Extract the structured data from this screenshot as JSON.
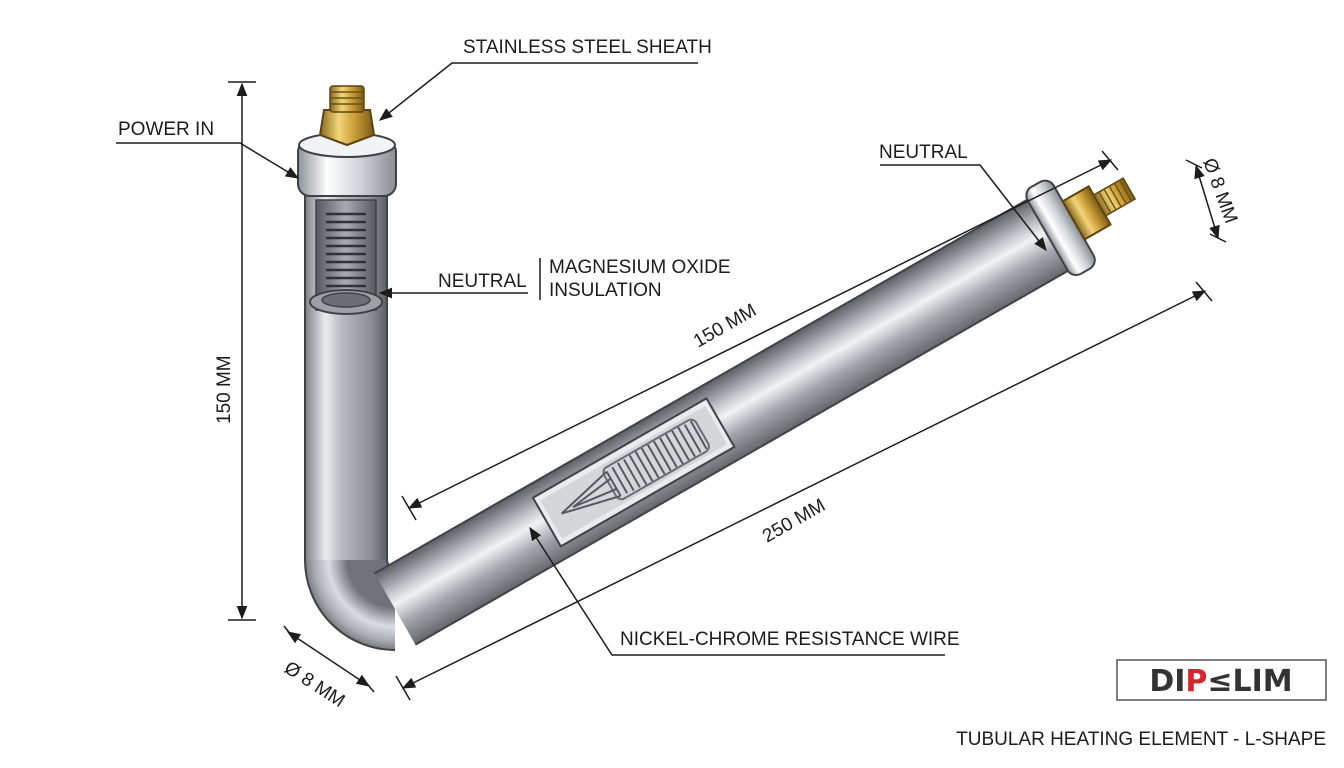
{
  "labels": {
    "stainless_steel_sheath": "STAINLESS STEEL SHEATH",
    "power_in": "POWER IN",
    "neutral_left": "NEUTRAL",
    "magnesium_oxide_line1": "MAGNESIUM OXIDE",
    "magnesium_oxide_line2": "INSULATION",
    "neutral_right": "NEUTRAL",
    "nickel_chrome_wire": "NICKEL-CHROME RESISTANCE WIRE"
  },
  "dimensions": {
    "vertical_length": "150 MM",
    "horizontal_upper_length": "150 MM",
    "horizontal_total_length": "250 MM",
    "diameter_left": "Ø 8 MM",
    "diameter_right": "Ø 8 MM"
  },
  "brand": {
    "logo_text_part1": "DI",
    "logo_text_part2": "P",
    "logo_text_part3": "≤LIM",
    "accent_color": "#d3262c",
    "text_color": "#333333"
  },
  "caption": "TUBULAR HEATING ELEMENT - L-SHAPE"
}
